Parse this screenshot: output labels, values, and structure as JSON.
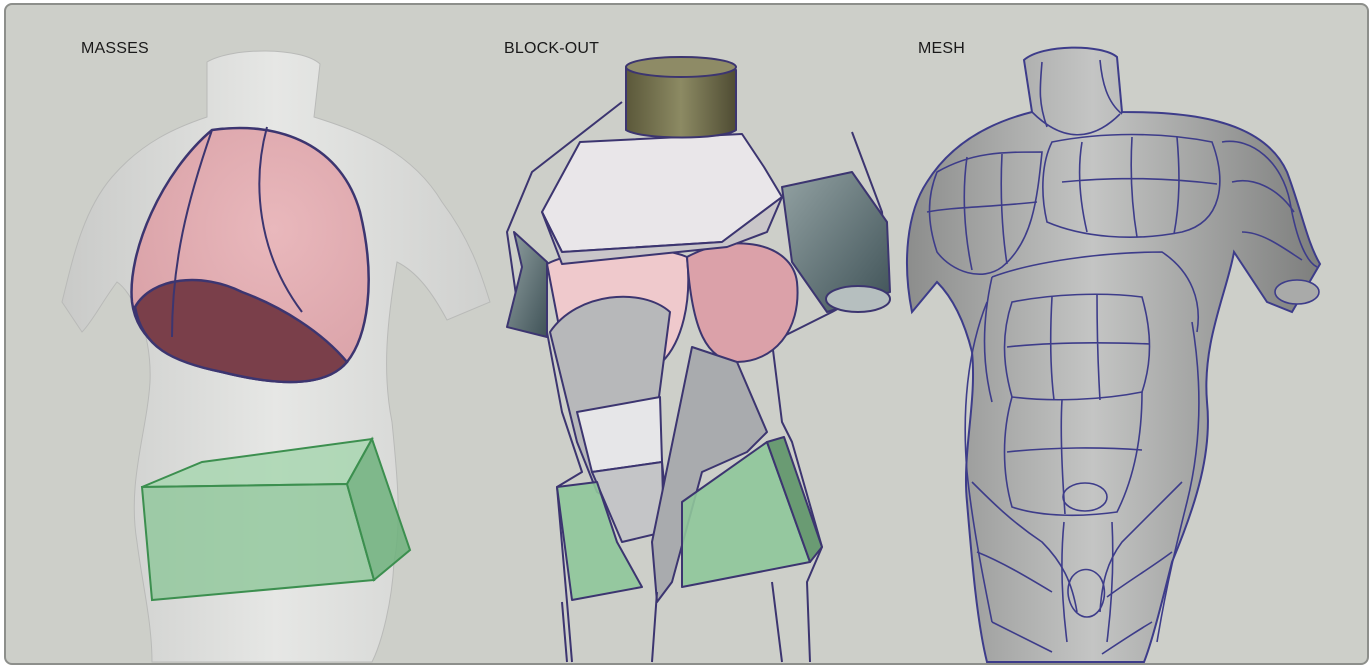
{
  "panels": [
    {
      "label": "MASSES"
    },
    {
      "label": "BLOCK-OUT"
    },
    {
      "label": "MESH"
    }
  ],
  "colors": {
    "background": "#cdcfc9",
    "ribcage": "#e8b4b8",
    "pelvis": "#8fc79a",
    "outline": "#3c3570",
    "neck_cylinder": "#6d6a45",
    "shoulder_girdle": "#e9e6e9",
    "mesh_lines": "#3d3c8a"
  }
}
